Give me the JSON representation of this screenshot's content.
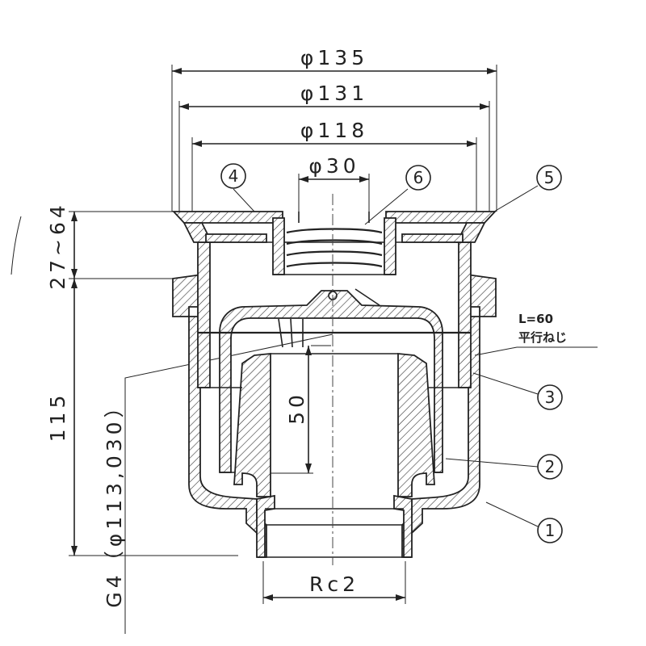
{
  "dimensions": {
    "phi135": "φ135",
    "phi131": "φ131",
    "phi118": "φ118",
    "phi30": "φ30",
    "h27_64": "27~64",
    "h115": "115",
    "h50": "50",
    "g4_phi": "G4（φ113,030）",
    "rc2": "Rc2"
  },
  "callouts": {
    "c1": "1",
    "c2": "2",
    "c3": "3",
    "c4": "4",
    "c5": "5",
    "c6": "6"
  },
  "notes": {
    "l60": "L=60",
    "thread": "平行ねじ"
  }
}
